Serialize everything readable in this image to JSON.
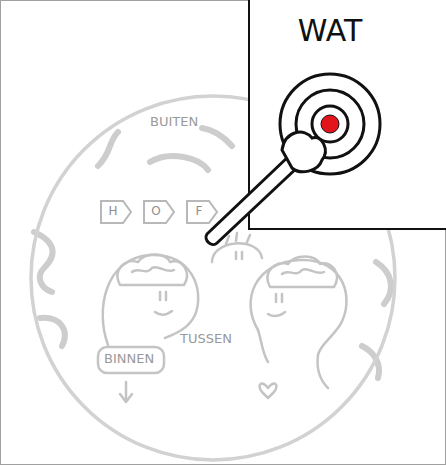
{
  "diagram": {
    "nodes": [
      {
        "text": [
          "BUITEN"
        ]
      },
      {
        "text": [
          "H"
        ],
        "in": 0
      },
      {
        "text": [
          "O"
        ],
        "in": 0
      },
      {
        "text": [
          "F"
        ],
        "in": 0
      },
      {
        "text": [
          "WAT"
        ]
      }
    ],
    "labels": [
      "TUSSEN",
      "BINNEN"
    ]
  }
}
